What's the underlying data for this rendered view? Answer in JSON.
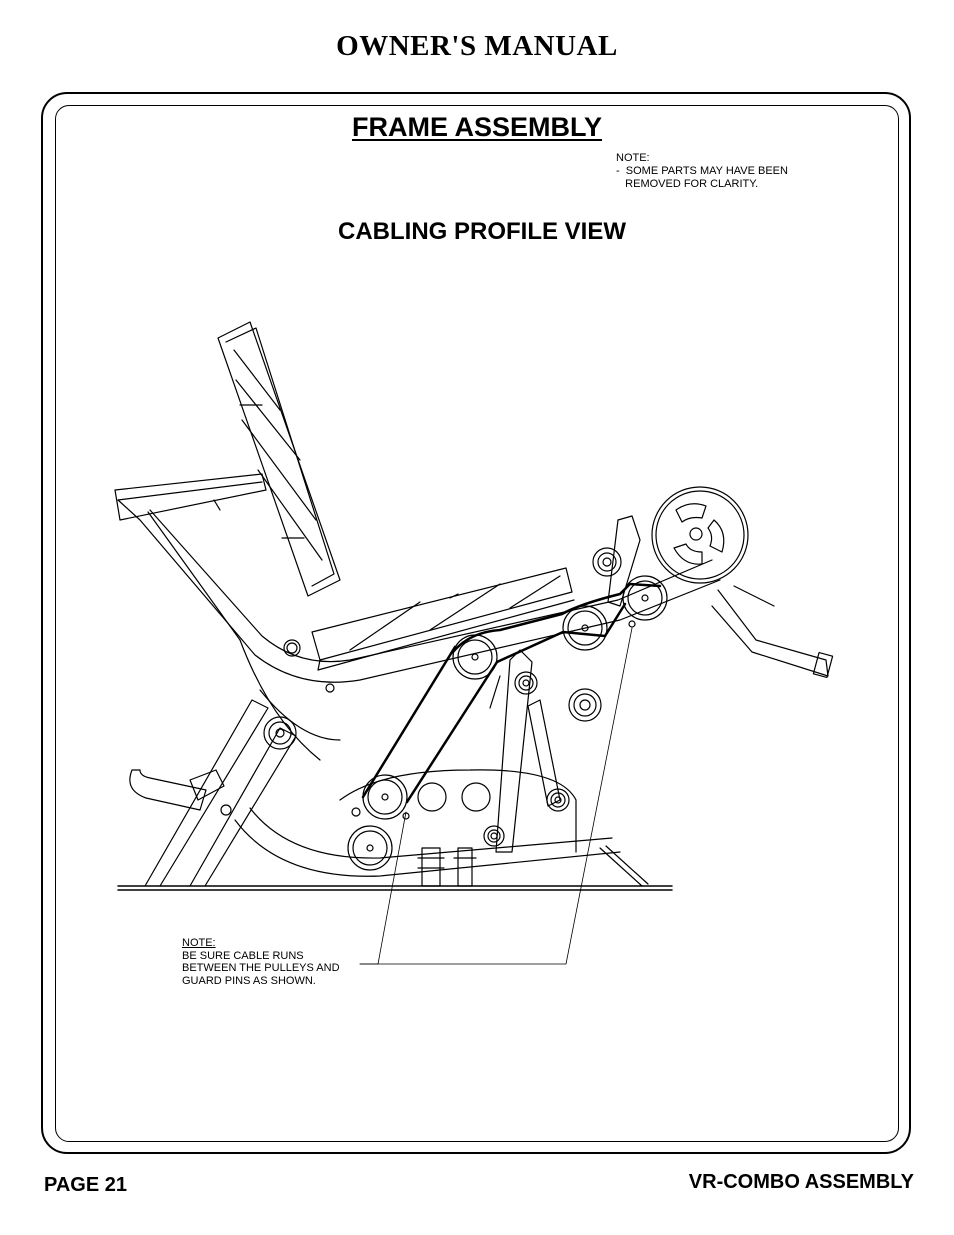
{
  "header": {
    "title": "OWNER'S MANUAL"
  },
  "section": {
    "title": "FRAME ASSEMBLY",
    "view_title": "CABLING PROFILE VIEW"
  },
  "notes": {
    "top": {
      "heading": "NOTE:",
      "lines": [
        "-  SOME PARTS MAY HAVE BEEN",
        "   REMOVED FOR CLARITY."
      ]
    },
    "bottom": {
      "heading": "NOTE:",
      "lines": [
        "BE SURE CABLE RUNS",
        "BETWEEN THE PULLEYS AND",
        "GUARD PINS AS SHOWN."
      ]
    }
  },
  "footer": {
    "page": "PAGE 21",
    "product": "VR-COMBO ASSEMBLY"
  }
}
